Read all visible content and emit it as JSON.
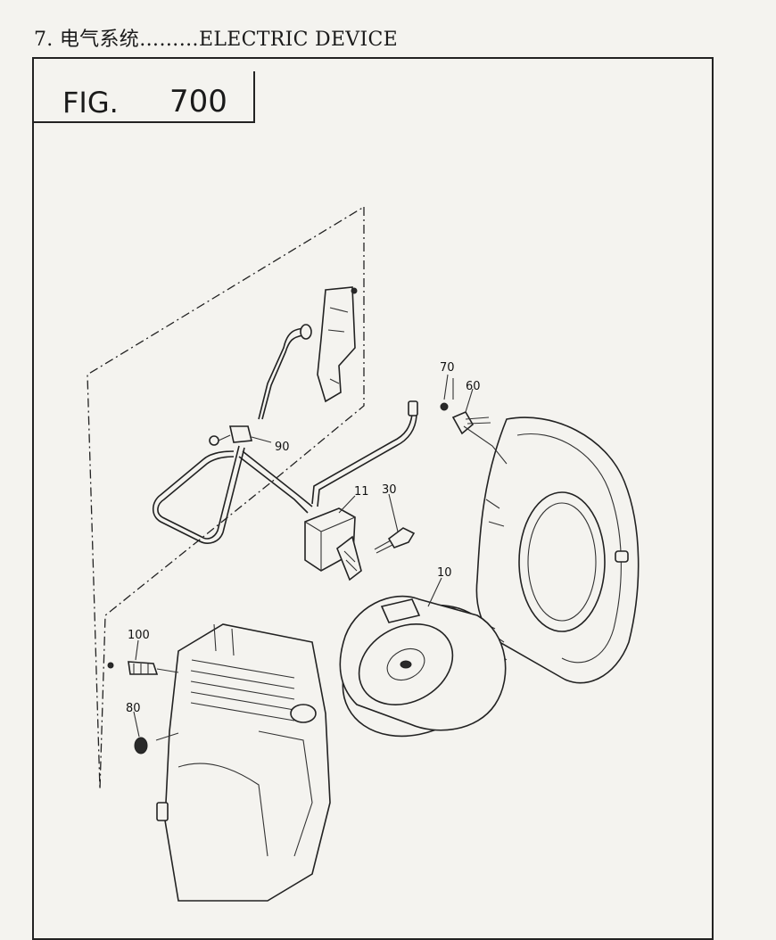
{
  "header": {
    "section_title": "7. 电气系统………ELECTRIC DEVICE"
  },
  "figure": {
    "label": "FIG.",
    "number": "700"
  },
  "callouts": [
    "70",
    "60",
    "90",
    "11",
    "30",
    "10",
    "100",
    "80"
  ]
}
